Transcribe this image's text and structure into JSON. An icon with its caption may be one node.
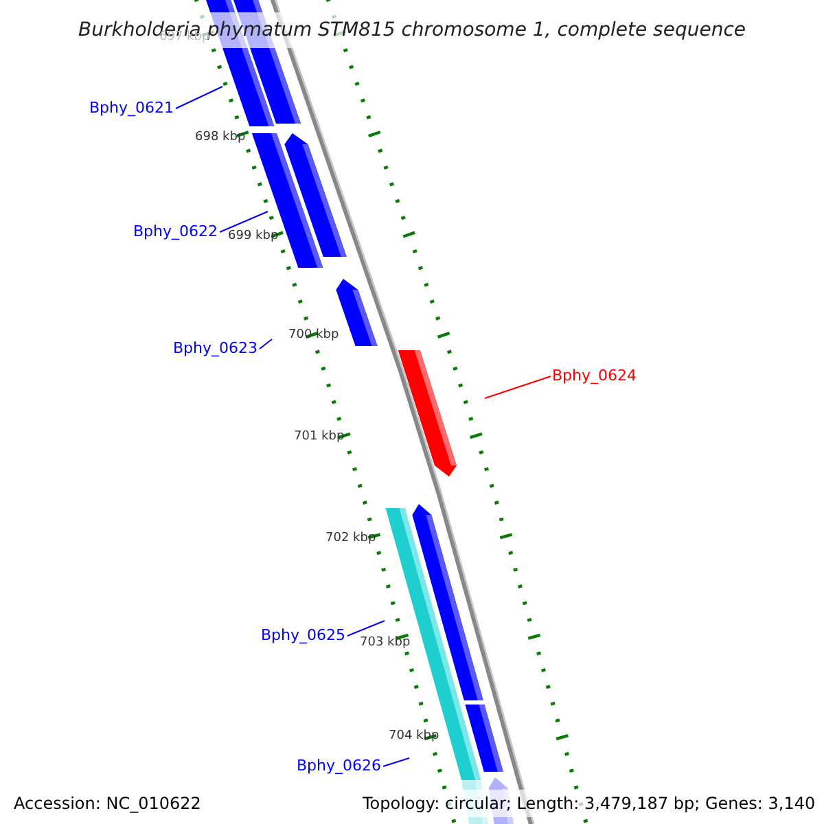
{
  "diagram": {
    "title": "Burkholderia phymatum STM815 chromosome 1, complete sequence",
    "nodes": [
      {
        "text": [
          "Bphy_0621"
        ]
      },
      {
        "text": [
          "Bphy_0622"
        ]
      },
      {
        "text": [
          "Bphy_0623"
        ]
      },
      {
        "text": [
          "Bphy_0624"
        ]
      },
      {
        "text": [
          "Bphy_0625"
        ]
      },
      {
        "text": [
          "Bphy_0626"
        ]
      }
    ],
    "edges": [
      {
        "from": 0,
        "to": null,
        "arrow": "none"
      },
      {
        "from": 1,
        "to": null,
        "arrow": "none"
      },
      {
        "from": 2,
        "to": null,
        "arrow": "none"
      },
      {
        "from": 3,
        "to": null,
        "arrow": "none",
        "color": "#ff0000"
      },
      {
        "from": 4,
        "to": null,
        "arrow": "none"
      },
      {
        "from": 5,
        "to": null,
        "arrow": "none"
      }
    ],
    "labels": [
      "697 kbp",
      "698 kbp",
      "699 kbp",
      "700 kbp",
      "701 kbp",
      "702 kbp",
      "703 kbp",
      "704 kbp",
      "Accession: NC_010622",
      "Topology: circular; Length: 3,479,187 bp; Genes: 3,140"
    ]
  }
}
